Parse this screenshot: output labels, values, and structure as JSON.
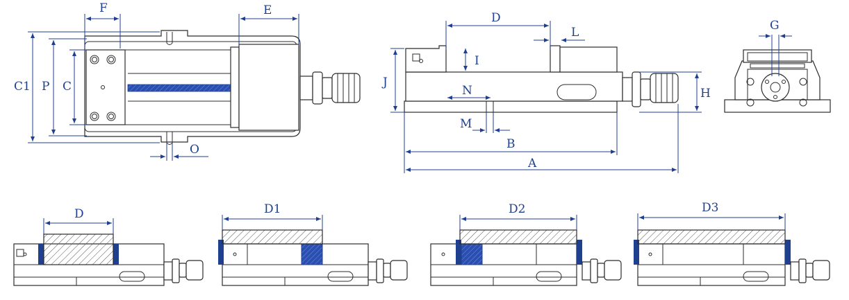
{
  "labels": {
    "A": "A",
    "B": "B",
    "C": "C",
    "C1": "C1",
    "D": "D",
    "E": "E",
    "F": "F",
    "G": "G",
    "H": "H",
    "I": "I",
    "J": "J",
    "L": "L",
    "M": "M",
    "N": "N",
    "O": "O",
    "P": "P",
    "D_small": "D",
    "D1": "D1",
    "D2": "D2",
    "D3": "D3"
  },
  "colors": {
    "dimension": "#1f3f8f",
    "outline": "#2b2b2b",
    "jaw": "#1f3f8f"
  }
}
